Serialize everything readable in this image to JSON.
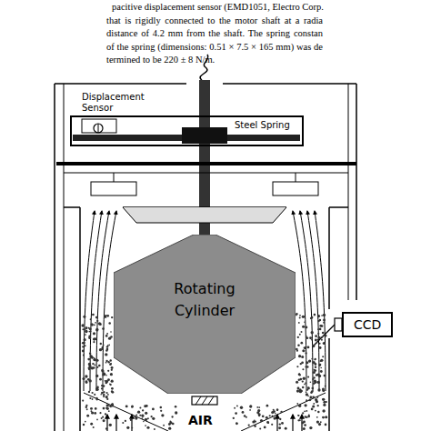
{
  "diagram": {
    "nodes": [
      {
        "text": [
          "Rotating Cylinder"
        ]
      },
      {
        "text": [
          "CCD"
        ]
      }
    ],
    "labels": [
      "pacitive displacement sensor (EMD1051, Electro Corp.",
      "that is rigidly connected to the motor shaft at a radia",
      "distance of 4.2 mm from the shaft. The spring constan",
      "of the spring (dimensions: 0.51 × 7.5 × 165 mm) was de",
      "termined to be 220 ± 8 N/m.",
      "Displacement Sensor",
      "Steel Spring",
      "AIR"
    ]
  }
}
